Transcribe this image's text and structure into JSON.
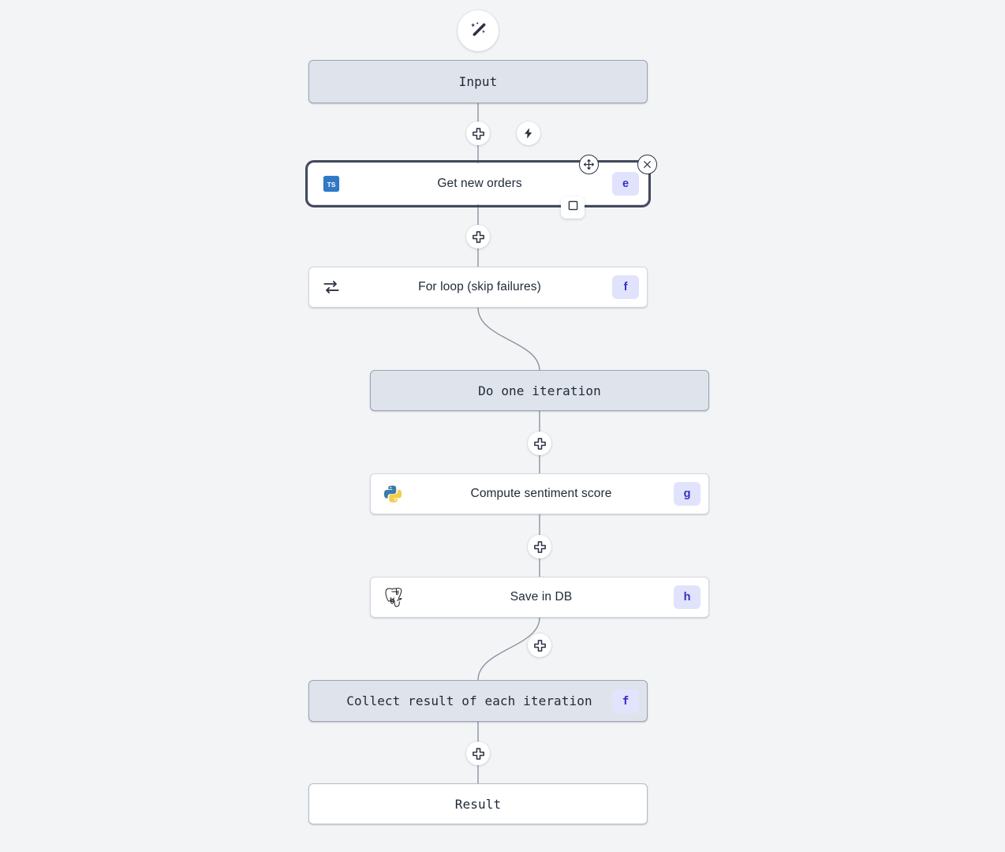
{
  "canvas": {
    "background": "#f3f4f6",
    "edge_color": "#8b93a1"
  },
  "toolbar": {
    "ai_wand": {
      "icon": "magic-wand-icon",
      "label": "AI"
    }
  },
  "colors": {
    "virtual_node_fill": "#dfe4ec",
    "virtual_node_border": "#9aa4b2",
    "step_node_fill": "#ffffff",
    "step_node_border": "#d3d7de",
    "badge_fill": "#e1e3fd",
    "badge_text": "#3730c4",
    "selection_ring": "#434a5c",
    "typescript_blue": "#3178c6",
    "python_blue": "#3b7aab",
    "python_yellow": "#f4cd4b"
  },
  "nodes": [
    {
      "id": "input",
      "label": "Input",
      "kind": "virtual",
      "icon": null,
      "badge": null
    },
    {
      "id": "orders",
      "label": "Get new orders",
      "kind": "step",
      "icon": "typescript-icon",
      "badge": "e",
      "selected": true
    },
    {
      "id": "forloop",
      "label": "For loop (skip failures)",
      "kind": "step",
      "icon": "loop-icon",
      "badge": "f"
    },
    {
      "id": "iterate",
      "label": "Do one iteration",
      "kind": "virtual",
      "icon": null,
      "badge": null
    },
    {
      "id": "sentiment",
      "label": "Compute sentiment score",
      "kind": "step",
      "icon": "python-icon",
      "badge": "g"
    },
    {
      "id": "savedb",
      "label": "Save in DB",
      "kind": "step",
      "icon": "postgresql-icon",
      "badge": "h"
    },
    {
      "id": "collect",
      "label": "Collect result of each iteration",
      "kind": "virtual",
      "icon": null,
      "badge": "f"
    },
    {
      "id": "result",
      "label": "Result",
      "kind": "plain",
      "icon": null,
      "badge": null
    }
  ],
  "inserters": [
    {
      "id": "insert-after-input",
      "icon": "plus-icon"
    },
    {
      "id": "insert-after-orders",
      "icon": "plus-icon"
    },
    {
      "id": "insert-after-iterate",
      "icon": "plus-icon"
    },
    {
      "id": "insert-after-sentiment",
      "icon": "plus-icon"
    },
    {
      "id": "insert-after-savedb",
      "icon": "plus-icon"
    },
    {
      "id": "insert-after-collect",
      "icon": "plus-icon"
    }
  ],
  "actions": {
    "trigger": {
      "icon": "lightning-icon"
    },
    "move_handle": {
      "icon": "move-icon"
    },
    "close_handle": {
      "icon": "close-icon"
    },
    "stop_button": {
      "icon": "stop-square-icon"
    }
  }
}
